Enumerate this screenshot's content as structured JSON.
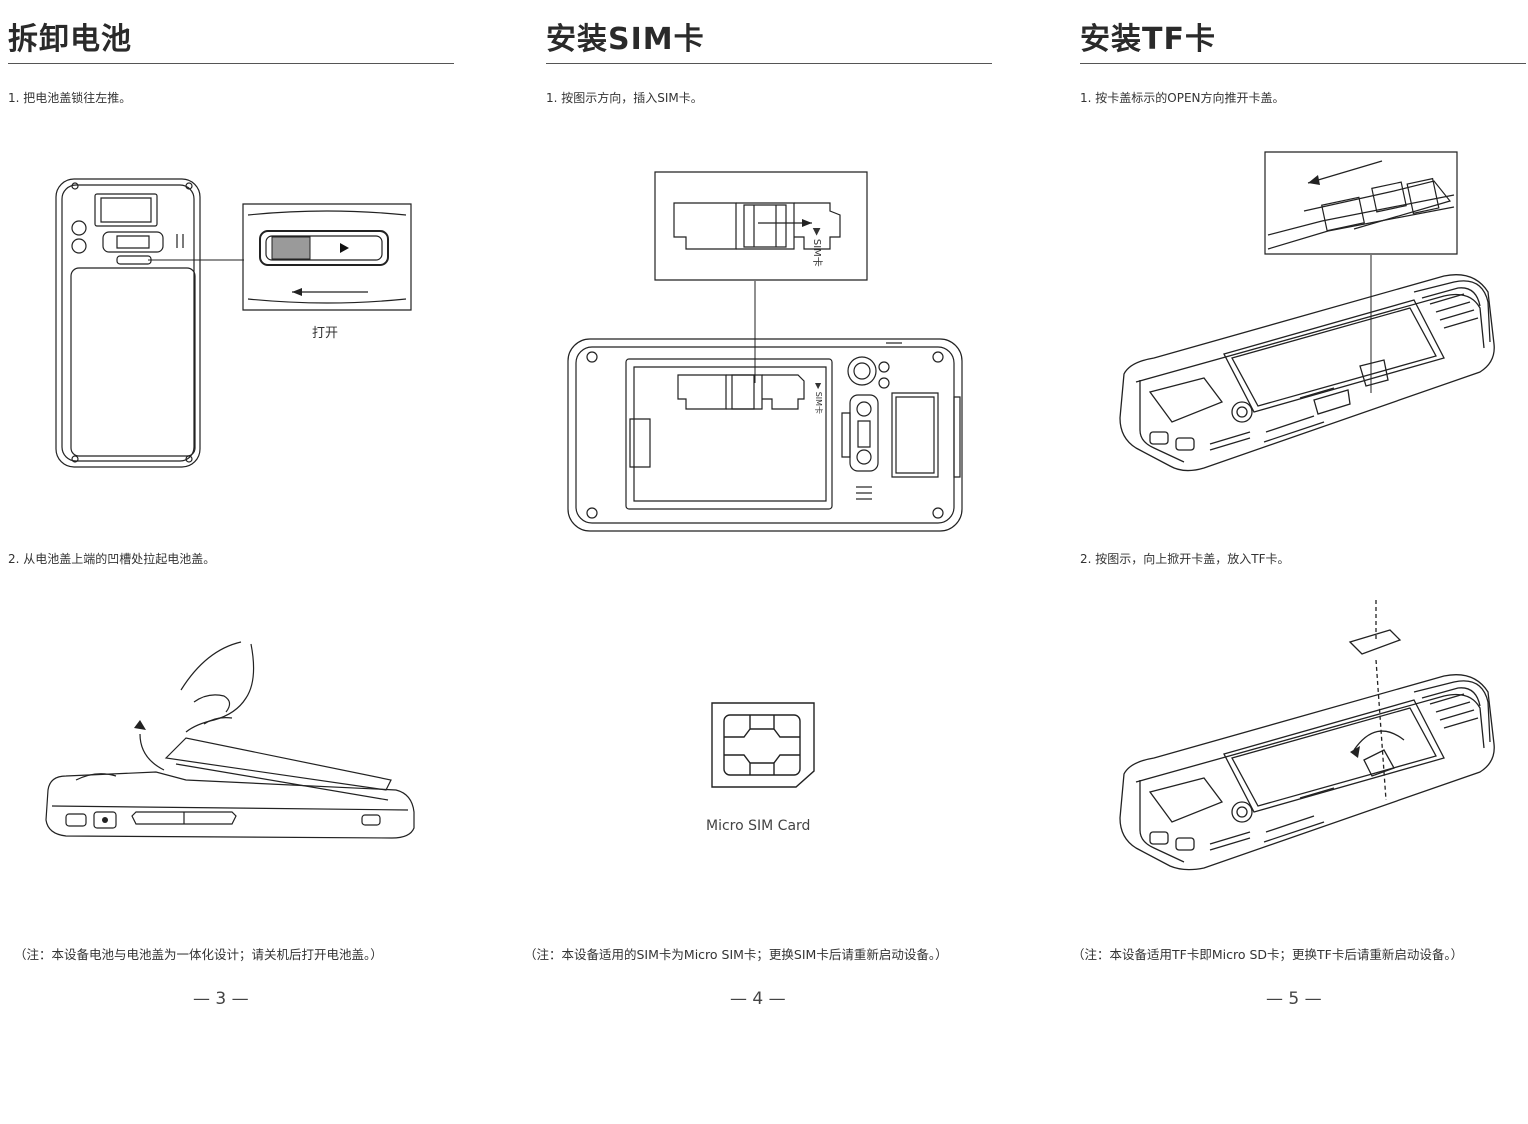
{
  "pages": [
    {
      "title": "拆卸电池",
      "steps": [
        "1. 把电池盖锁往左推。",
        "2. 从电池盖上端的凹槽处拉起电池盖。"
      ],
      "figure_label": "打开",
      "note": "（注：本设备电池与电池盖为一体化设计；请关机后打开电池盖。）",
      "page_number": "— 3 —"
    },
    {
      "title": "安装SIM卡",
      "steps": [
        "1. 按图示方向，插入SIM卡。"
      ],
      "slot_label": "▶ SIM卡",
      "card_label": "Micro  SIM Card",
      "note": "（注：本设备适用的SIM卡为Micro SIM卡；更换SIM卡后请重新启动设备。）",
      "page_number": "— 4 —"
    },
    {
      "title": "安装TF卡",
      "steps": [
        "1. 按卡盖标示的OPEN方向推开卡盖。",
        "2. 按图示，向上掀开卡盖，放入TF卡。"
      ],
      "note": "（注：本设备适用TF卡即Micro SD卡；更换TF卡后请重新启动设备。）",
      "page_number": "— 5 —"
    }
  ]
}
